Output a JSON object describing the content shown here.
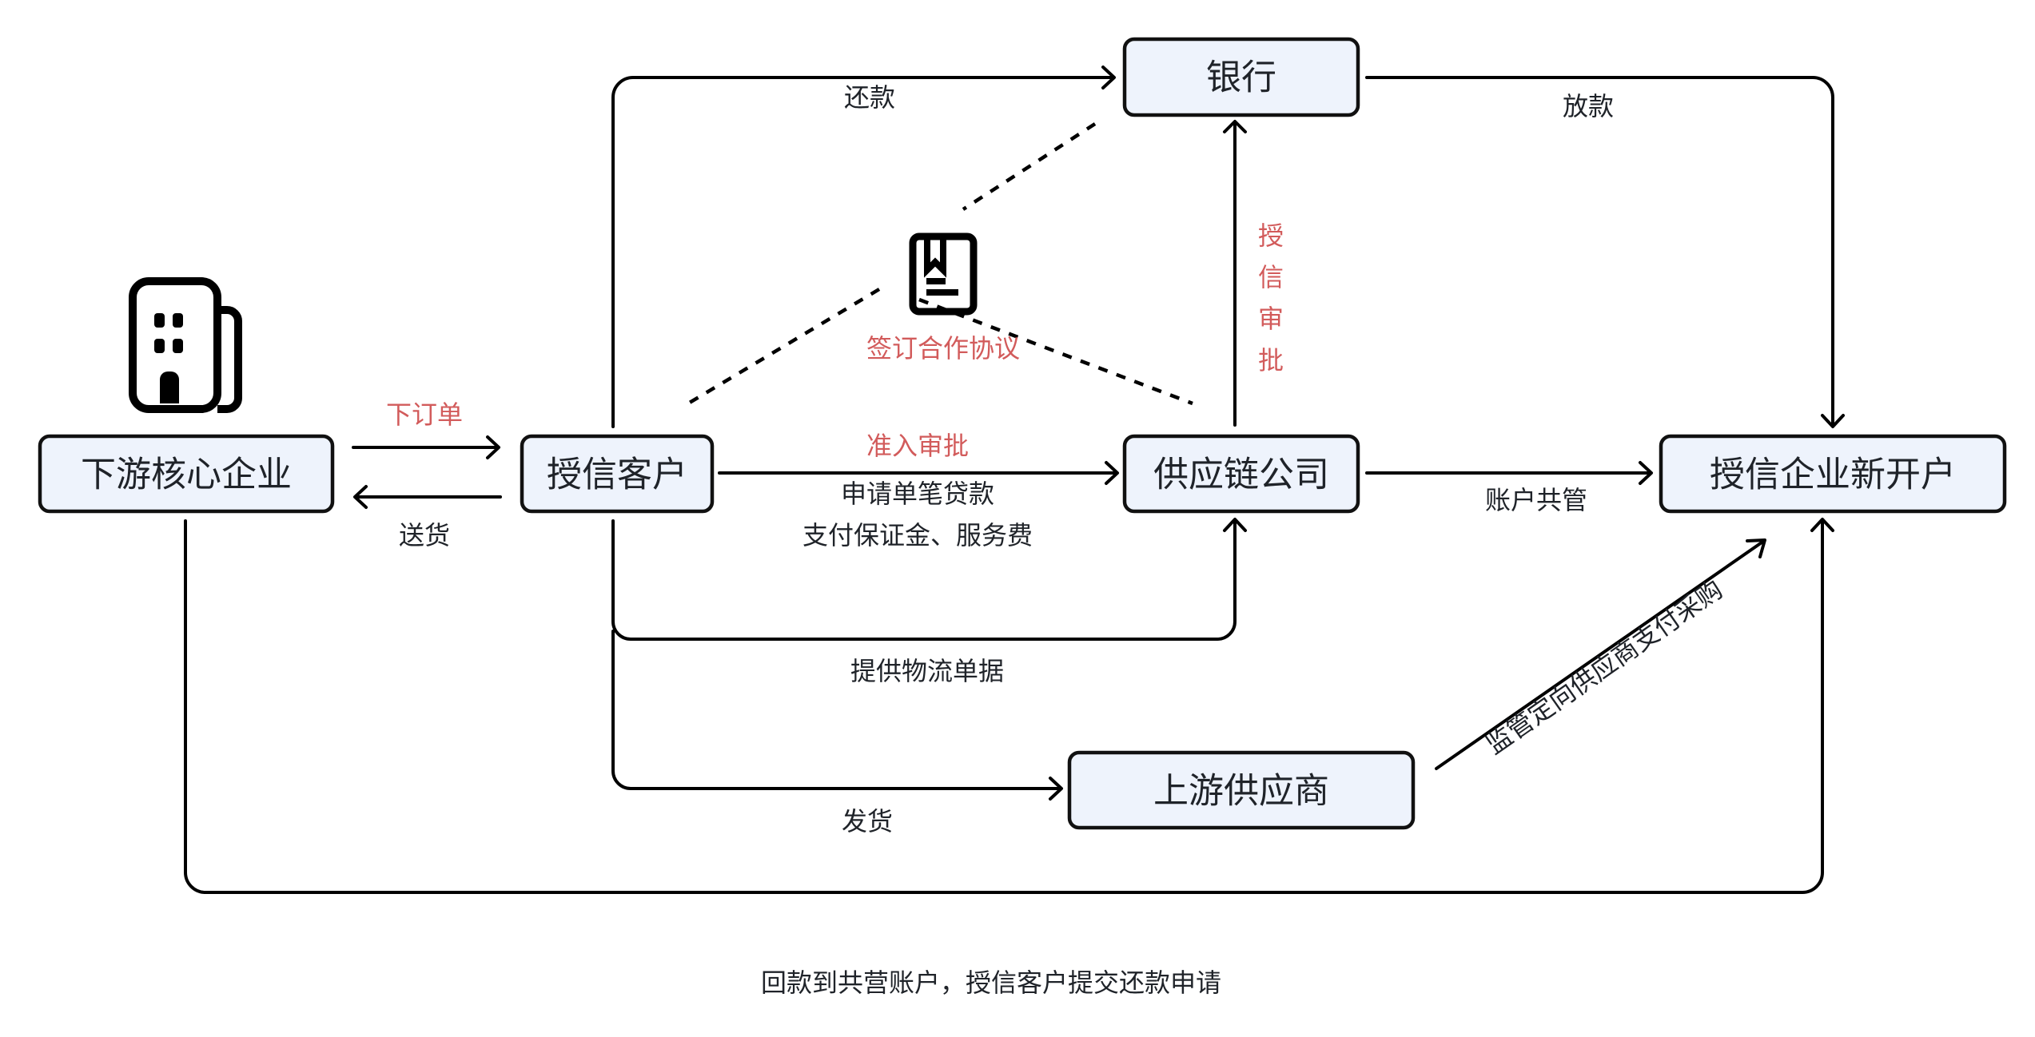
{
  "diagram": {
    "nodes": {
      "downstream_core": {
        "label": "下游核心企业"
      },
      "credit_customer": {
        "label": "授信客户"
      },
      "bank": {
        "label": "银行"
      },
      "supply_chain_co": {
        "label": "供应链公司"
      },
      "new_account": {
        "label": "授信企业新开户"
      },
      "upstream_supplier": {
        "label": "上游供应商"
      }
    },
    "icons": {
      "building": "building-icon",
      "agreement": "document-bookmark-icon"
    },
    "edges": {
      "place_order": {
        "label": "下订单",
        "emphasis": "red"
      },
      "deliver_goods": {
        "label": "送货"
      },
      "repay": {
        "label": "还款"
      },
      "disburse": {
        "label": "放款"
      },
      "sign_agreement": {
        "label": "签订合作协议",
        "emphasis": "red"
      },
      "credit_approval": {
        "label": [
          "授",
          "信",
          "审",
          "批"
        ],
        "emphasis": "red"
      },
      "access_approval": {
        "label": "准入审批",
        "emphasis": "red"
      },
      "apply_loan": {
        "label": "申请单笔贷款"
      },
      "pay_deposit": {
        "label": "支付保证金、服务费"
      },
      "account_co_manage": {
        "label": "账户共管"
      },
      "logistics_docs": {
        "label": "提供物流单据"
      },
      "ship": {
        "label": "发货"
      },
      "supervised_payment": {
        "label": "监管定向供应商支付采购"
      },
      "repayment_request": {
        "label": "回款到共营账户，授信客户提交还款申请"
      }
    },
    "colors": {
      "node_fill": "#eef3fc",
      "node_border": "#111111",
      "text": "#1f2329",
      "accent_red": "#d25b5b",
      "line": "#000000"
    }
  }
}
